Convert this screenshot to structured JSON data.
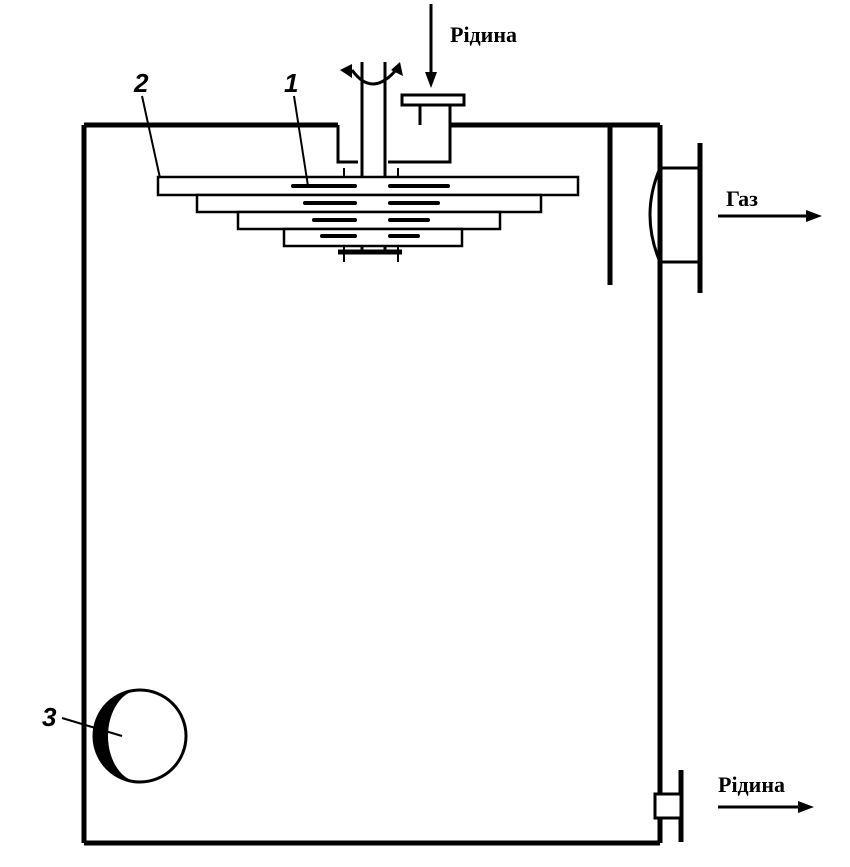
{
  "labels": {
    "liquid_in": "Рідина",
    "gas_out": "Газ",
    "liquid_out": "Рідина",
    "item_1": "1",
    "item_2": "2",
    "item_3": "3"
  }
}
